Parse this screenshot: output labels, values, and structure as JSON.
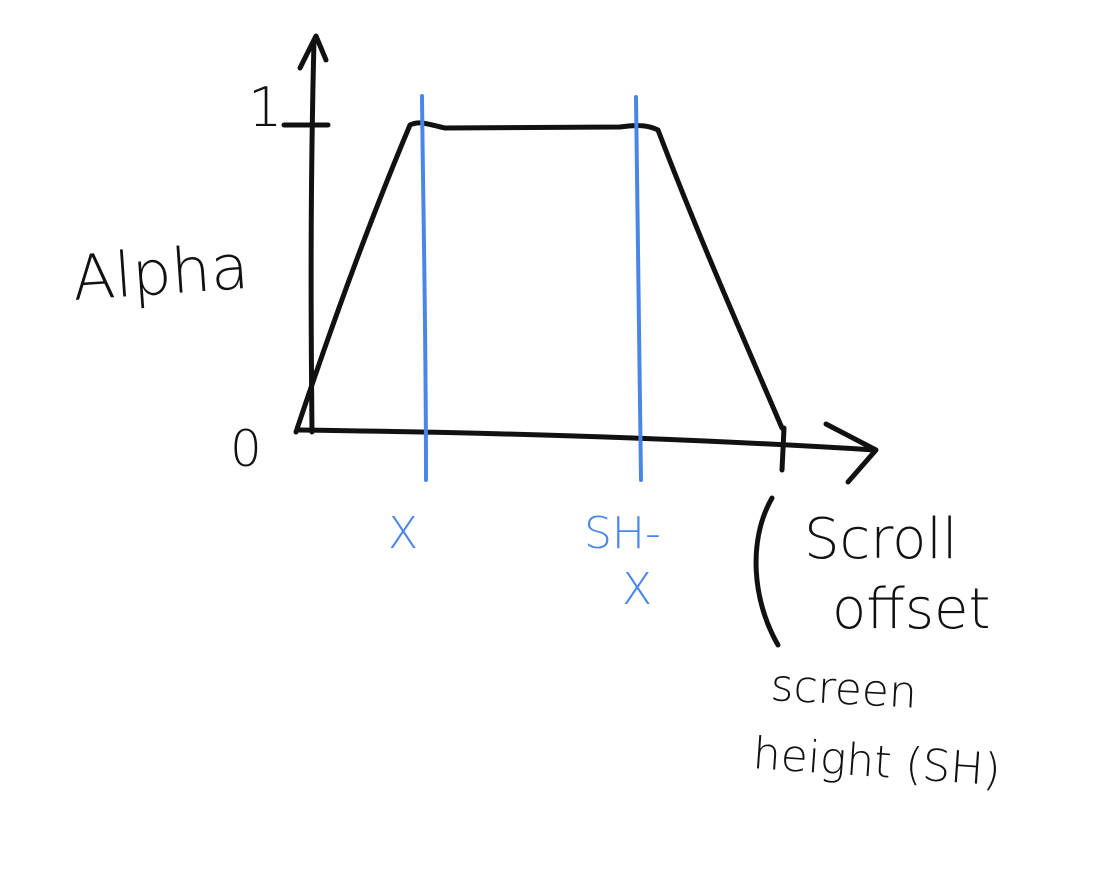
{
  "diagram": {
    "y_axis_label": "Alpha",
    "y_tick_top": "1",
    "y_tick_bottom": "0",
    "marker_left": "X",
    "marker_right_line1": "SH-",
    "marker_right_line2": "X",
    "x_axis_label_line1": "Scroll",
    "x_axis_label_line2": "offset",
    "end_note_line1": "screen",
    "end_note_line2": "height (SH)",
    "colors": {
      "ink": "#111111",
      "marker": "#4a86e8",
      "background": "#ffffff"
    }
  }
}
